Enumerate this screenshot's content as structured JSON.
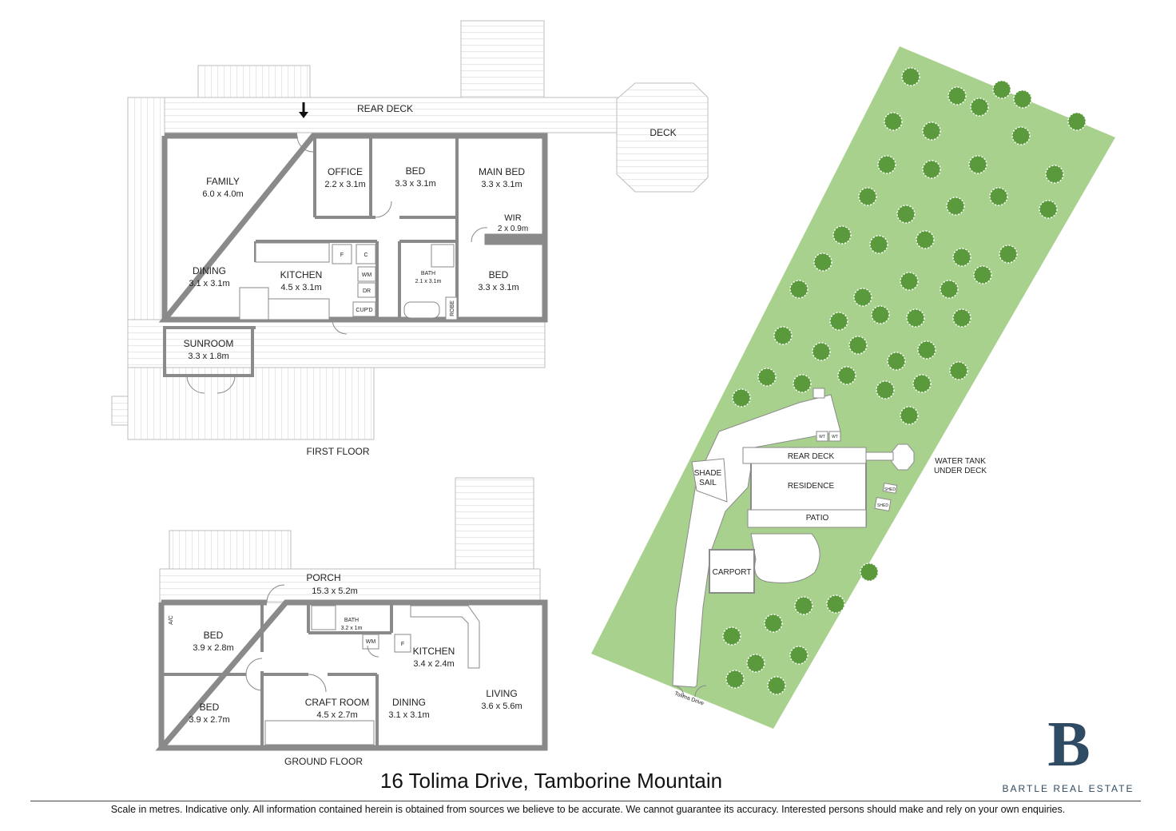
{
  "title": "16 Tolima Drive, Tamborine Mountain",
  "brand": "BARTLE REAL ESTATE",
  "logo_letter": "B",
  "disclaimer": "Scale in metres. Indicative only. All information contained herein is obtained from sources we believe to be accurate. We cannot guarantee its accuracy. Interested persons should make and rely on your own enquiries.",
  "colors": {
    "wall": "#8a8a8a",
    "deck": "#bdbdbd",
    "lawn": "#a9d18e",
    "tree": "#5a9a3c",
    "brand": "#2f4a63"
  },
  "first_floor": {
    "label": "FIRST FLOOR",
    "rear_deck": "REAR DECK",
    "deck": "DECK",
    "family": {
      "name": "FAMILY",
      "size": "6.0 x 4.0m"
    },
    "office": {
      "name": "OFFICE",
      "size": "2.2 x 3.1m"
    },
    "bed1": {
      "name": "BED",
      "size": "3.3 x 3.1m"
    },
    "main_bed": {
      "name": "MAIN BED",
      "size": "3.3 x 3.1m"
    },
    "wir": {
      "name": "WIR",
      "size": "2 x 0.9m"
    },
    "dining": {
      "name": "DINING",
      "size": "3.1 x 3.1m"
    },
    "kitchen": {
      "name": "KITCHEN",
      "size": "4.5 x 3.1m"
    },
    "bath": {
      "name": "BATH",
      "size": "2.1 x 3.1m"
    },
    "bed2": {
      "name": "BED",
      "size": "3.3 x 3.1m"
    },
    "sunroom": {
      "name": "SUNROOM",
      "size": "3.3 x 1.8m"
    },
    "fixtures": {
      "f": "F",
      "c": "C",
      "wm": "WM",
      "dr": "DR",
      "cupd": "CUP'D",
      "robe": "ROBE"
    }
  },
  "ground_floor": {
    "label": "GROUND FLOOR",
    "porch": {
      "name": "PORCH",
      "size": "15.3 x 5.2m"
    },
    "bed1": {
      "name": "BED",
      "size": "3.9 x 2.8m"
    },
    "bed2": {
      "name": "BED",
      "size": "3.9 x 2.7m"
    },
    "bath": {
      "name": "BATH",
      "size": "3.2 x 1m"
    },
    "kitchen": {
      "name": "KITCHEN",
      "size": "3.4 x 2.4m"
    },
    "craft": {
      "name": "CRAFT ROOM",
      "size": "4.5 x 2.7m"
    },
    "dining": {
      "name": "DINING",
      "size": "3.1 x 3.1m"
    },
    "living": {
      "name": "LIVING",
      "size": "3.6 x 5.6m"
    },
    "fixtures": {
      "ac": "A/C",
      "wm": "WM",
      "f": "F"
    }
  },
  "site": {
    "rear_deck": "REAR DECK",
    "shade_sail_1": "SHADE",
    "shade_sail_2": "SAIL",
    "residence": "RESIDENCE",
    "patio": "PATIO",
    "carport": "CARPORT",
    "water_tank_1": "WATER TANK",
    "water_tank_2": "UNDER DECK",
    "shed": "SHED",
    "wt": "WT",
    "street": "Tolima Drive"
  }
}
